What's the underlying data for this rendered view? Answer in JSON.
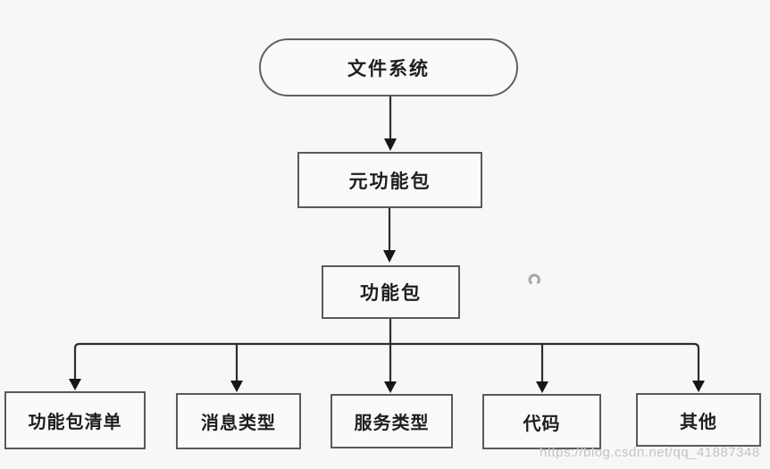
{
  "diagram": {
    "title": "file-system-package-hierarchy",
    "nodes": {
      "root": {
        "label": "文件系统",
        "shape": "stadium"
      },
      "meta_package": {
        "label": "元功能包",
        "shape": "rect"
      },
      "package": {
        "label": "功能包",
        "shape": "rect"
      },
      "children": [
        {
          "label": "功能包清单"
        },
        {
          "label": "消息类型"
        },
        {
          "label": "服务类型"
        },
        {
          "label": "代码"
        },
        {
          "label": "其他"
        }
      ]
    },
    "edges": [
      "root -> meta_package",
      "meta_package -> package",
      "package -> 功能包清单",
      "package -> 消息类型",
      "package -> 服务类型",
      "package -> 代码",
      "package -> 其他"
    ]
  },
  "watermark": {
    "text": "https://blog.csdn.net/qq_41887348"
  },
  "colors": {
    "background": "#f8f7f6",
    "node_border": "#5a5a5a",
    "node_fill": "#fbfafa",
    "connector_line": "#2e2e2e",
    "node_text": "#1e1e1e",
    "watermark_text": "#c3c2c1"
  }
}
